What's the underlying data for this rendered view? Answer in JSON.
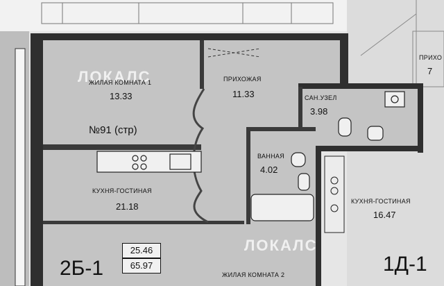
{
  "rooms": {
    "living1": {
      "name": "ЖИЛАЯ КОМНАТА 1",
      "area": "13.33"
    },
    "hall": {
      "name": "ПРИХОЖАЯ",
      "area": "11.33"
    },
    "bath_wc": {
      "name": "САН.УЗЕЛ",
      "area": "3.98"
    },
    "bathroom": {
      "name": "ВАННАЯ",
      "area": "4.02"
    },
    "kitchen": {
      "name": "КУХНЯ-ГОСТИНАЯ",
      "area": "21.18"
    },
    "living2": {
      "name": "ЖИЛАЯ КОМНАТА 2"
    },
    "kitchen_right": {
      "name": "КУХНЯ-ГОСТИНАЯ",
      "area": "16.47"
    },
    "right_top": {
      "name": "ПРИХО",
      "area": "7"
    }
  },
  "apartment": {
    "number": "№91 (стр)",
    "type_left": "2Б-1",
    "type_right": "1Д-1",
    "area_living": "25.46",
    "area_total": "65.97"
  },
  "watermark": "ЛОКАЛС",
  "colors": {
    "wall": "#2e2e2e",
    "floor": "#c9c9c9",
    "paper": "#ebebeb"
  }
}
